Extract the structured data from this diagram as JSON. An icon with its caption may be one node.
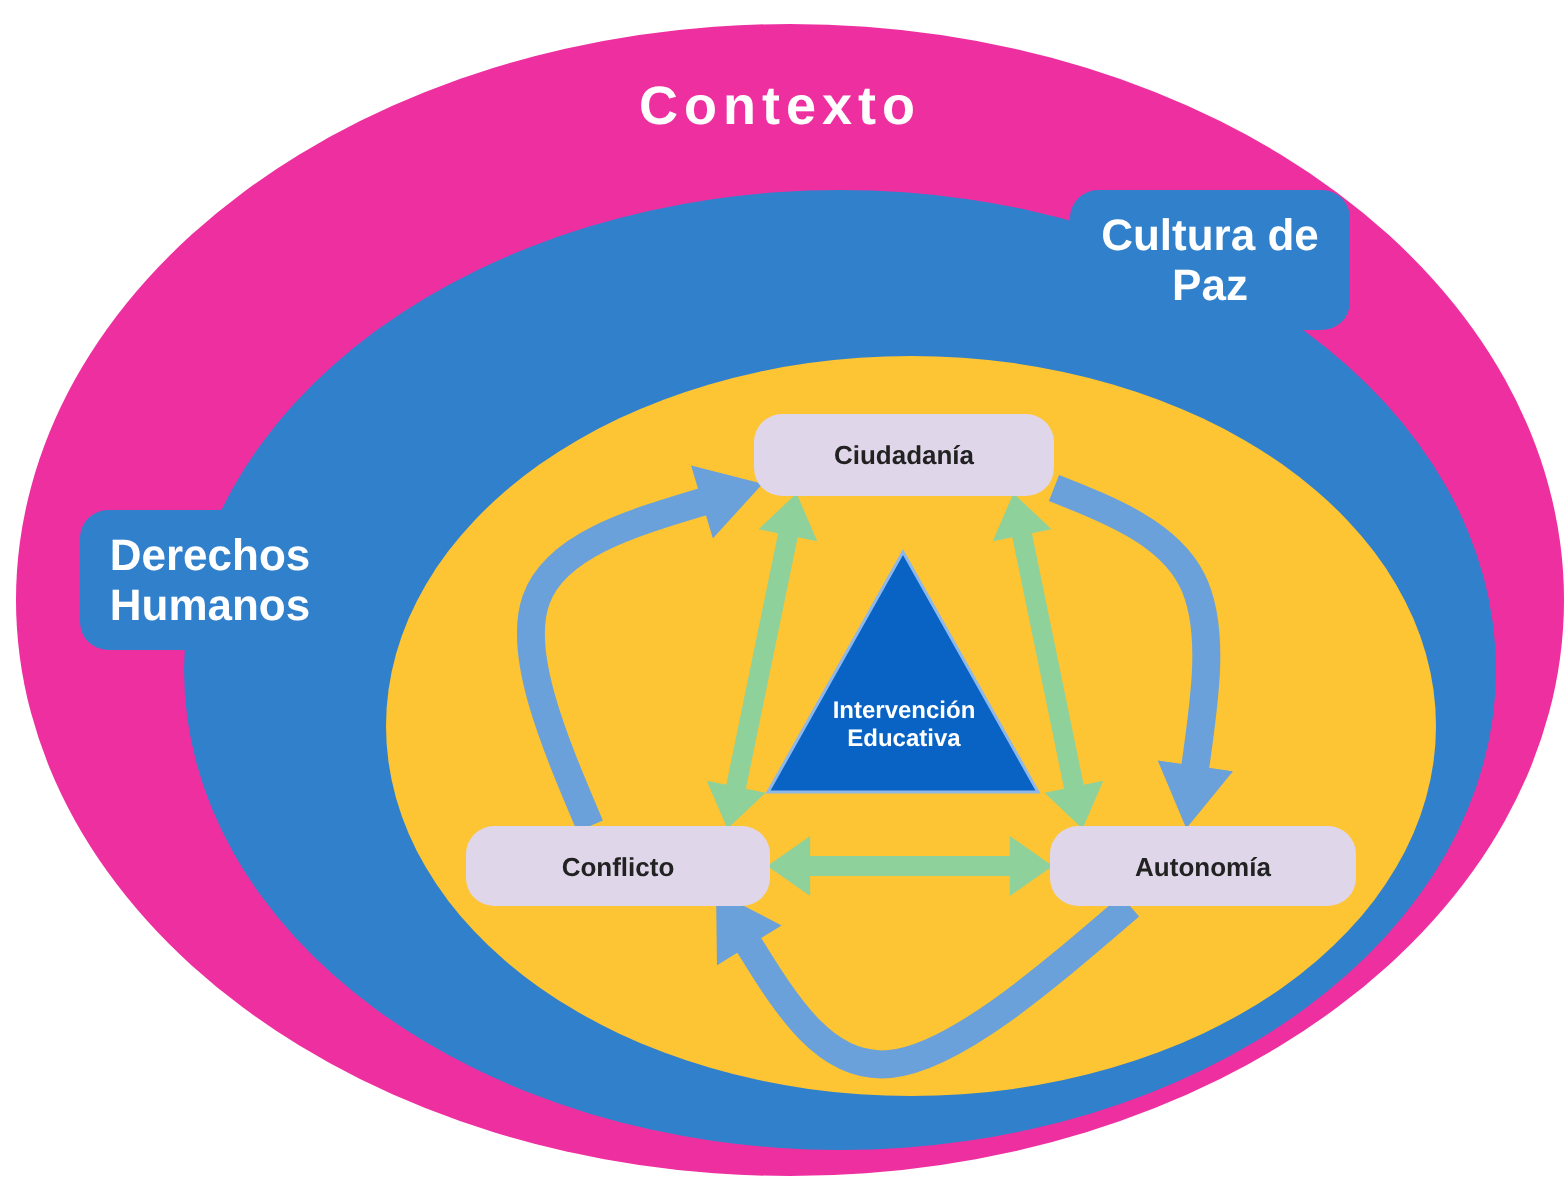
{
  "diagram": {
    "nodes": [
      {
        "text": [
          "Contexto"
        ]
      },
      {
        "text": [
          "Cultura de Paz",
          "Derechos Humanos"
        ],
        "in": 0
      },
      {
        "text": [],
        "shape": "ellipse",
        "in": 1
      },
      {
        "text": [
          "Ciudadanía"
        ],
        "in": 2
      },
      {
        "text": [
          "Intervención Educativa"
        ],
        "in": 2
      },
      {
        "text": [
          "Conflicto"
        ],
        "in": 2
      },
      {
        "text": [
          "Autonomía"
        ],
        "in": 2
      }
    ],
    "edges": [
      {
        "from": 5,
        "to": 3,
        "arrow": "to"
      },
      {
        "from": 3,
        "to": 6,
        "arrow": "to"
      },
      {
        "from": 6,
        "to": 5,
        "arrow": "to"
      },
      {
        "from": 3,
        "to": 5,
        "arrow": "both",
        "color": "#8fd19b"
      },
      {
        "from": 3,
        "to": 6,
        "arrow": "both",
        "color": "#8fd19b"
      },
      {
        "from": 5,
        "to": 6,
        "arrow": "both",
        "color": "#8fd19b"
      }
    ]
  }
}
